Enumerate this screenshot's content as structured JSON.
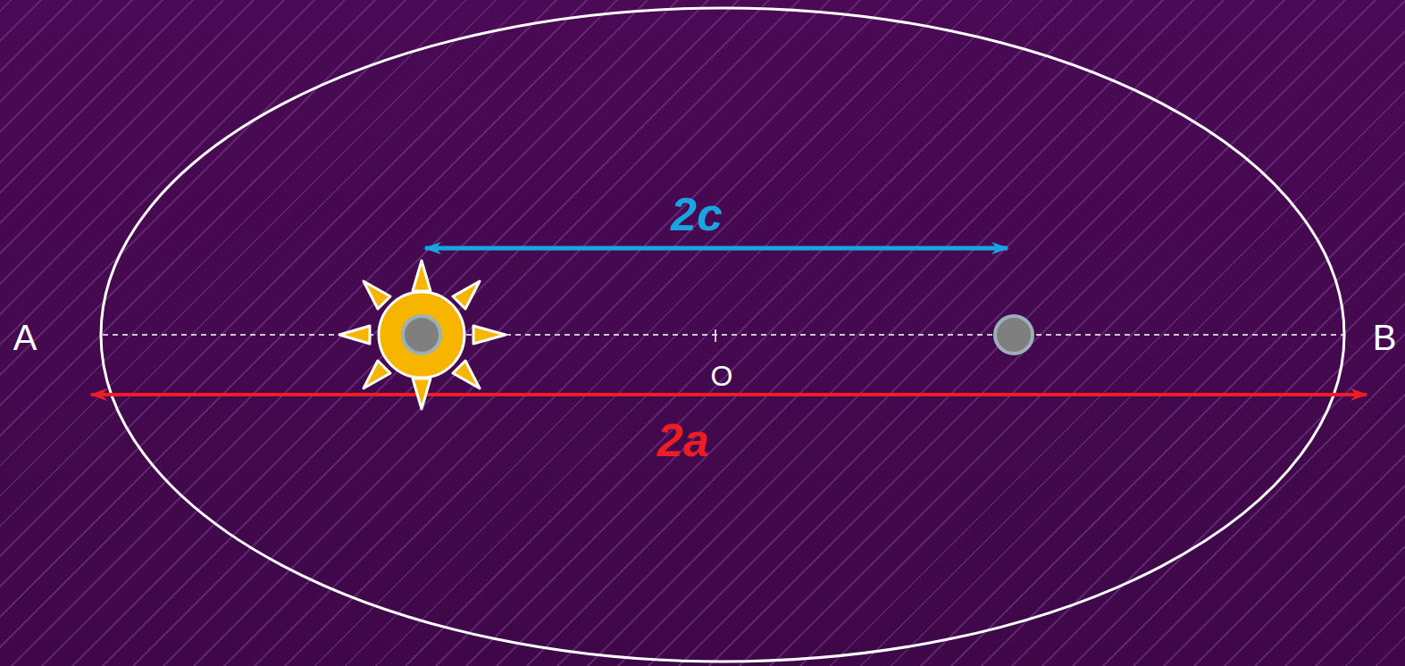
{
  "diagram": {
    "labels": [
      "A",
      "B",
      "O",
      "2c",
      "2a"
    ]
  }
}
